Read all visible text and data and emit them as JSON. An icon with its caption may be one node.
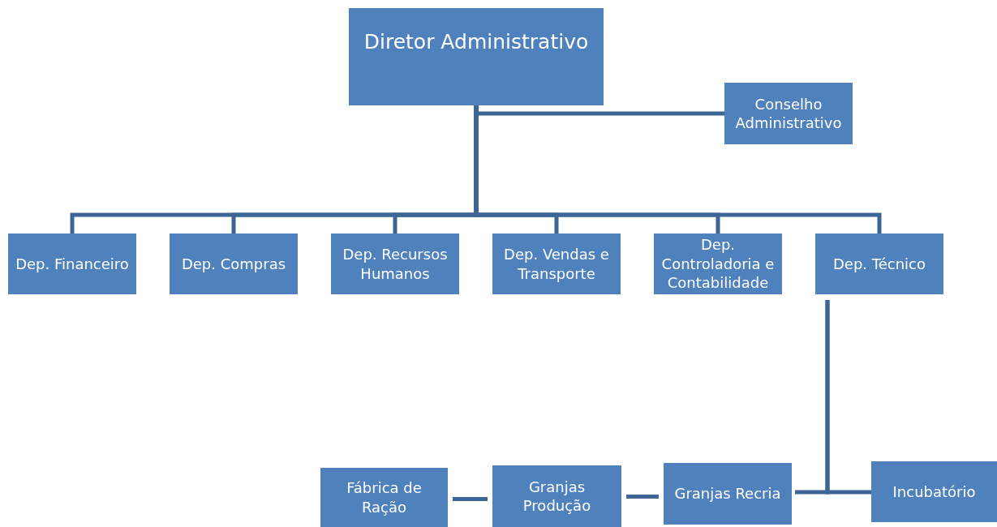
{
  "diagram": {
    "nodes": [
      {
        "text": [
          "Diretor Administrativo"
        ]
      },
      {
        "text": [
          "Conselho Administrativo"
        ]
      },
      {
        "text": [
          "Dep. Financeiro"
        ]
      },
      {
        "text": [
          "Dep. Compras"
        ]
      },
      {
        "text": [
          "Dep. Recursos Humanos"
        ]
      },
      {
        "text": [
          "Dep. Vendas e Transporte"
        ]
      },
      {
        "text": [
          "Dep. Controladoria e Contabilidade"
        ]
      },
      {
        "text": [
          "Dep. Técnico"
        ]
      },
      {
        "text": [
          "Fábrica de Ração"
        ]
      },
      {
        "text": [
          "Granjas Produção"
        ]
      },
      {
        "text": [
          "Granjas Recria"
        ]
      },
      {
        "text": [
          "Incubatório"
        ]
      }
    ],
    "edges": [
      {
        "from": 1,
        "to": 0,
        "arrow": "none"
      },
      {
        "from": 0,
        "to": 2,
        "arrow": "none"
      },
      {
        "from": 0,
        "to": 3,
        "arrow": "none"
      },
      {
        "from": 0,
        "to": 4,
        "arrow": "none"
      },
      {
        "from": 0,
        "to": 5,
        "arrow": "none"
      },
      {
        "from": 0,
        "to": 6,
        "arrow": "none"
      },
      {
        "from": 0,
        "to": 7,
        "arrow": "none"
      },
      {
        "from": 7,
        "to": 10,
        "arrow": "none"
      },
      {
        "from": 7,
        "to": 11,
        "arrow": "none"
      },
      {
        "from": 10,
        "to": 9,
        "arrow": "none"
      },
      {
        "from": 9,
        "to": 8,
        "arrow": "none"
      }
    ]
  }
}
